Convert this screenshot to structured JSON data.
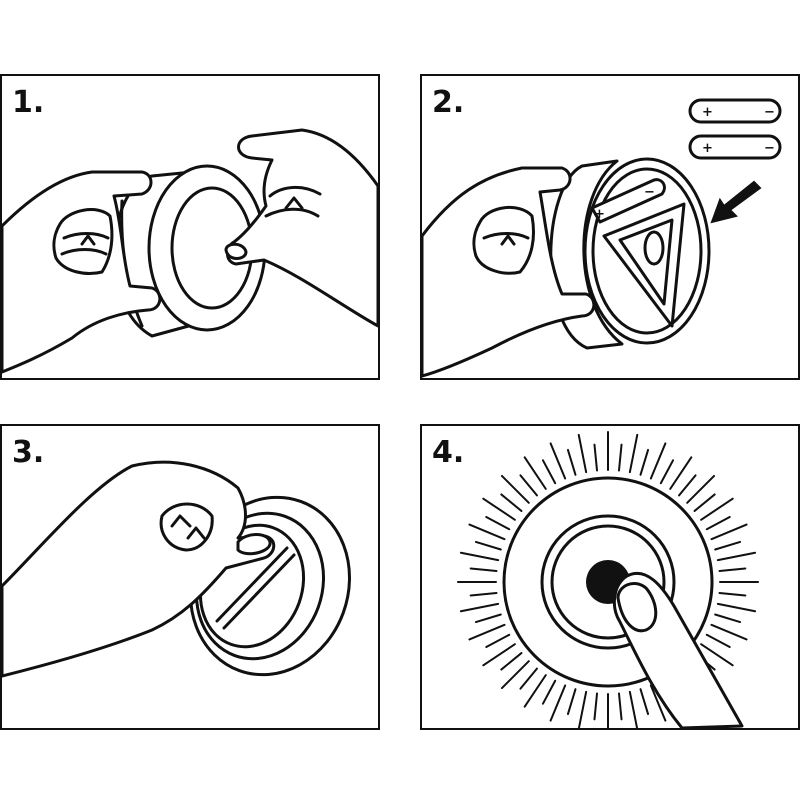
{
  "steps": [
    {
      "number": "1.",
      "icon": "open-light-icon"
    },
    {
      "number": "2.",
      "icon": "insert-batteries-icon"
    },
    {
      "number": "3.",
      "icon": "close-cover-icon"
    },
    {
      "number": "4.",
      "icon": "press-button-light-icon"
    }
  ],
  "battery": {
    "plus": "+",
    "minus": "−"
  }
}
